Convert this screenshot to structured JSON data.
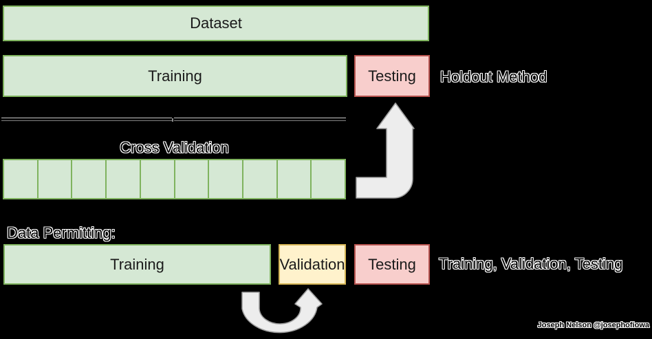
{
  "page": {
    "background_color": "#000000",
    "credit": "Joseph Nelson @josephofiowa"
  },
  "colors": {
    "green_fill": "#d5e8d4",
    "green_border": "#7fb35e",
    "pink_fill": "#f8cecc",
    "pink_border": "#b85450",
    "yellow_fill": "#fff2cc",
    "yellow_border": "#d6b656",
    "arrow_fill": "#ededed",
    "arrow_border": "#9e9e9e",
    "divider_color": "#9a9a9a",
    "label_outline": "#ffffff",
    "label_fill": "#000000"
  },
  "dataset_row": {
    "label": "Dataset"
  },
  "holdout_row": {
    "training_label": "Training",
    "testing_label": "Testing",
    "method_label": "Holdout Method"
  },
  "cross_validation": {
    "label": "Cross Validation",
    "fold_count": 10
  },
  "bottom_section": {
    "heading": "Data Permitting:",
    "training_label": "Training",
    "validation_label": "Validation",
    "testing_label": "Testing",
    "method_label": "Training, Validation, Testing"
  },
  "icons": {
    "bent_arrow": "bent-up-arrow-icon",
    "u_turn_arrow": "u-turn-up-arrow-icon"
  }
}
